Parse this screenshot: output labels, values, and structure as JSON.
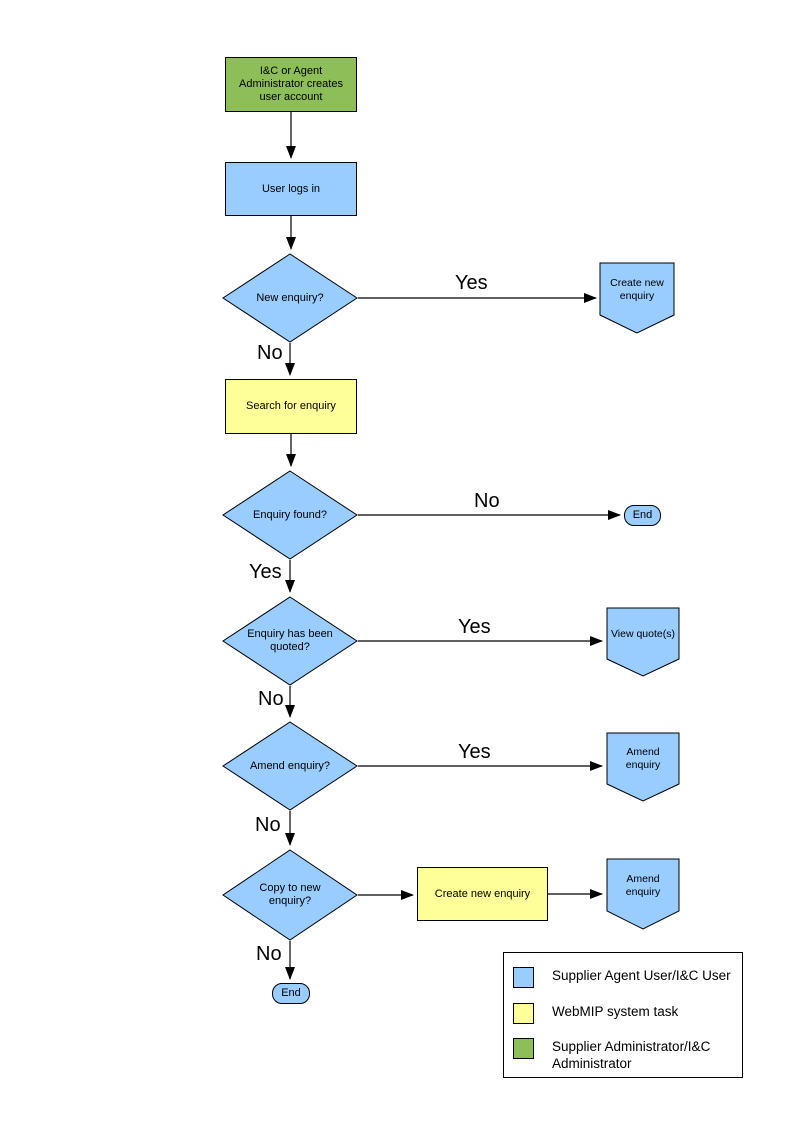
{
  "colors": {
    "user_task": "#99CCFF",
    "system_task": "#FFFF99",
    "admin_task": "#8DBE57",
    "outline": "#000000"
  },
  "diagram": {
    "nodes": {
      "create_account": {
        "label": "I&C or Agent Administrator creates user account",
        "type": "process",
        "role": "admin"
      },
      "user_logs_in": {
        "label": "User logs in",
        "type": "process",
        "role": "user"
      },
      "new_enquiry": {
        "label": "New enquiry?",
        "type": "decision",
        "role": "user"
      },
      "create_new_enquiry_top": {
        "label": "Create new enquiry",
        "type": "offpage",
        "role": "user"
      },
      "search_for_enquiry": {
        "label": "Search for enquiry",
        "type": "process",
        "role": "system"
      },
      "enquiry_found": {
        "label": "Enquiry found?",
        "type": "decision",
        "role": "user"
      },
      "end_not_found": {
        "label": "End",
        "type": "terminator",
        "role": "user"
      },
      "enquiry_quoted": {
        "label": "Enquiry has been quoted?",
        "type": "decision",
        "role": "user"
      },
      "view_quotes": {
        "label": "View quote(s)",
        "type": "offpage",
        "role": "user"
      },
      "amend_enquiry_q": {
        "label": "Amend enquiry?",
        "type": "decision",
        "role": "user"
      },
      "amend_enquiry_1": {
        "label": "Amend enquiry",
        "type": "offpage",
        "role": "user"
      },
      "copy_to_new": {
        "label": "Copy to new enquiry?",
        "type": "decision",
        "role": "user"
      },
      "create_new_enquiry_mid": {
        "label": "Create new enquiry",
        "type": "process",
        "role": "system"
      },
      "amend_enquiry_2": {
        "label": "Amend enquiry",
        "type": "offpage",
        "role": "user"
      },
      "end_final": {
        "label": "End",
        "type": "terminator",
        "role": "user"
      }
    },
    "edge_labels": {
      "new_enquiry_yes": "Yes",
      "new_enquiry_no": "No",
      "enquiry_found_no": "No",
      "enquiry_found_yes": "Yes",
      "quoted_yes": "Yes",
      "quoted_no": "No",
      "amend_yes": "Yes",
      "amend_no": "No",
      "copy_no": "No"
    }
  },
  "legend": {
    "items": [
      {
        "swatch_color": "#99CCFF",
        "label": "Supplier Agent User/I&C User"
      },
      {
        "swatch_color": "#FFFF99",
        "label": "WebMIP system task"
      },
      {
        "swatch_color": "#8DBE57",
        "label": "Supplier Administrator/I&C Administrator"
      }
    ]
  }
}
